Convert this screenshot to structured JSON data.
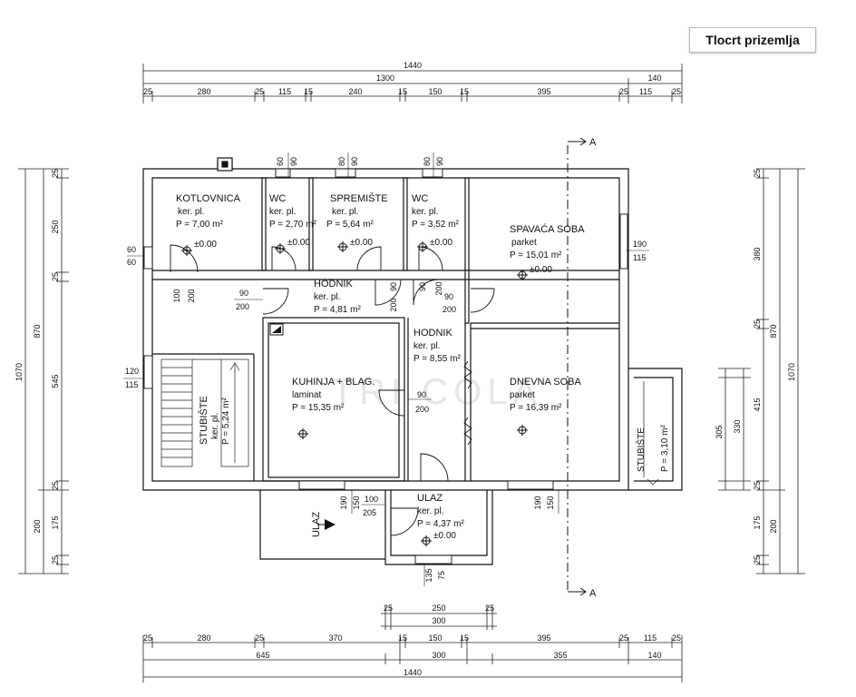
{
  "title": "Tlocrt prizemlja",
  "rooms": [
    {
      "id": "kotlovnica",
      "name": "KOTLOVNICA",
      "floor": "ker. pl.",
      "area": "P = 7,00 m²"
    },
    {
      "id": "wc1",
      "name": "WC",
      "floor": "ker. pl.",
      "area": "P = 2,70 m²"
    },
    {
      "id": "spremiste",
      "name": "SPREMIŠTE",
      "floor": "ker. pl.",
      "area": "P = 5,64 m²"
    },
    {
      "id": "wc2",
      "name": "WC",
      "floor": "ker. pl.",
      "area": "P = 3,52 m²"
    },
    {
      "id": "spavaca",
      "name": "SPAVAĆA SOBA",
      "floor": "parket",
      "area": "P = 15,01 m²"
    },
    {
      "id": "hodnik1",
      "name": "HODNIK",
      "floor": "ker. pl.",
      "area": "P = 4,81 m²"
    },
    {
      "id": "hodnik2",
      "name": "HODNIK",
      "floor": "ker. pl.",
      "area": "P = 8,55 m²"
    },
    {
      "id": "kuhinja",
      "name": "KUHINJA + BLAG.",
      "floor": "laminat",
      "area": "P = 15,35 m²"
    },
    {
      "id": "dnevna",
      "name": "DNEVNA SOBA",
      "floor": "parket",
      "area": "P = 16,39 m²"
    },
    {
      "id": "ulaz",
      "name": "ULAZ",
      "floor": "ker. pl.",
      "area": "P = 4,37 m²"
    },
    {
      "id": "stubiste1",
      "name": "STUBIŠTE",
      "floor": "ker. pl.",
      "area": "P = 5,24 m²"
    },
    {
      "id": "stubiste2",
      "name": "STUBIŠTE",
      "floor": "",
      "area": "P = 3,10 m²"
    }
  ],
  "level_marks": [
    "±0.00"
  ],
  "section_marks": [
    "A"
  ],
  "entrance_label": "ULAZ",
  "dimensions": {
    "top_total": "1440",
    "top_mid": "1300",
    "top_mid_right": "140",
    "top_chain": [
      "25",
      "280",
      "25",
      "115",
      "15",
      "240",
      "15",
      "150",
      "15",
      "395",
      "25",
      "115",
      "25"
    ],
    "bottom_chain": [
      "25",
      "280",
      "25",
      "370",
      "15",
      "150",
      "15",
      "395",
      "25",
      "115",
      "25"
    ],
    "bottom_mid": [
      "645",
      "300",
      "355",
      "140"
    ],
    "bottom_total": "1440",
    "entry_chain": [
      "25",
      "250",
      "25"
    ],
    "entry_total": "300",
    "left_total": "1070",
    "left_mid": "870",
    "left_chain": [
      "25",
      "250",
      "25",
      "545",
      "25",
      "175",
      "25"
    ],
    "left_lower": "200",
    "right_total": "1070",
    "right_mid": "870",
    "right_chain": [
      "25",
      "380",
      "25",
      "415",
      "25",
      "175",
      "25"
    ],
    "right_inner": [
      "305",
      "330",
      "200"
    ],
    "openings": {
      "wc1": [
        "60",
        "90"
      ],
      "spremiste": [
        "80",
        "90"
      ],
      "wc2": [
        "80",
        "90"
      ],
      "spavaca_window": [
        "190",
        "115"
      ],
      "kotlovnica_window": [
        "60",
        "60"
      ],
      "stair_window": [
        "120",
        "115"
      ],
      "kotlovnica_door": [
        "100",
        "200"
      ],
      "hodnik_door_left": [
        "90",
        "200"
      ],
      "hodnik_mid_a": [
        "90",
        "200"
      ],
      "hodnik_mid_b": [
        "90",
        "200"
      ],
      "hodnik_mid_c": [
        "90",
        "200"
      ],
      "kuhinja_door": [
        "90",
        "200"
      ],
      "kuhinja_window": [
        "190",
        "150"
      ],
      "ulaz_door": [
        "100",
        "205"
      ],
      "dnevna_window": [
        "190",
        "150"
      ],
      "ulaz_window": [
        "135",
        "75"
      ]
    }
  },
  "watermark": "TRI COLA"
}
